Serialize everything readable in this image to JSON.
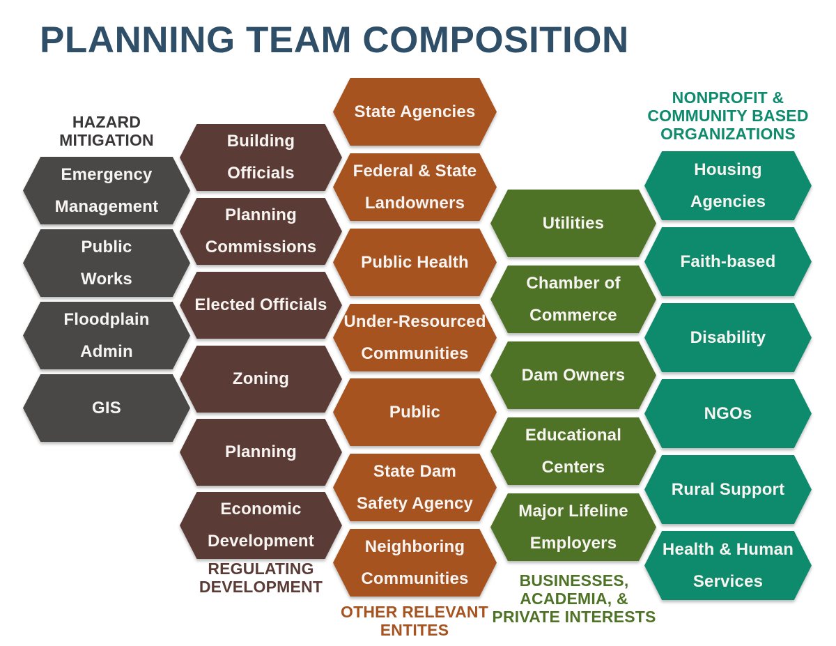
{
  "title": "PLANNING TEAM COMPOSITION",
  "colors": {
    "background": "#FFFFFF",
    "title": "#2F4E68",
    "hexagon_text": "#F7F4F1"
  },
  "groups": [
    {
      "id": "hazard-mitigation",
      "label_lines": [
        "HAZARD",
        "MITIGATION"
      ],
      "color": "#4A4747",
      "label_color": "#383636",
      "items": [
        [
          "Emergency",
          "Management"
        ],
        [
          "Public",
          "Works"
        ],
        [
          "Floodplain",
          "Admin"
        ],
        [
          "GIS"
        ]
      ]
    },
    {
      "id": "regulating-development",
      "label_lines": [
        "REGULATING",
        "DEVELOPMENT"
      ],
      "color": "#5B3B35",
      "label_color": "#5B3B35",
      "items": [
        [
          "Building",
          "Officials"
        ],
        [
          "Planning",
          "Commissions"
        ],
        [
          "Elected Officials"
        ],
        [
          "Zoning"
        ],
        [
          "Planning"
        ],
        [
          "Economic",
          "Development"
        ]
      ]
    },
    {
      "id": "other-relevant-entites",
      "label_lines": [
        "OTHER RELEVANT",
        "ENTITES"
      ],
      "color": "#A7531F",
      "label_color": "#A7531F",
      "items": [
        [
          "State Agencies"
        ],
        [
          "Federal & State",
          "Landowners"
        ],
        [
          "Public Health"
        ],
        [
          "Under-Resourced",
          "Communities"
        ],
        [
          "Public"
        ],
        [
          "State Dam",
          "Safety Agency"
        ],
        [
          "Neighboring",
          "Communities"
        ]
      ]
    },
    {
      "id": "businesses-academia-private-interests",
      "label_lines": [
        "BUSINESSES,",
        "ACADEMIA, &",
        "PRIVATE INTERESTS"
      ],
      "color": "#4F7326",
      "label_color": "#4F7326",
      "items": [
        [
          "Utilities"
        ],
        [
          "Chamber of",
          "Commerce"
        ],
        [
          "Dam Owners"
        ],
        [
          "Educational",
          "Centers"
        ],
        [
          "Major Lifeline",
          "Employers"
        ]
      ]
    },
    {
      "id": "nonprofit-community-based-organizations",
      "label_lines": [
        "NONPROFIT &",
        "COMMUNITY BASED",
        "ORGANIZATIONS"
      ],
      "color": "#0E8A6D",
      "label_color": "#0E8A6D",
      "items": [
        [
          "Housing",
          "Agencies"
        ],
        [
          "Faith-based"
        ],
        [
          "Disability"
        ],
        [
          "NGOs"
        ],
        [
          "Rural Support"
        ],
        [
          "Health & Human",
          "Services"
        ]
      ]
    }
  ]
}
